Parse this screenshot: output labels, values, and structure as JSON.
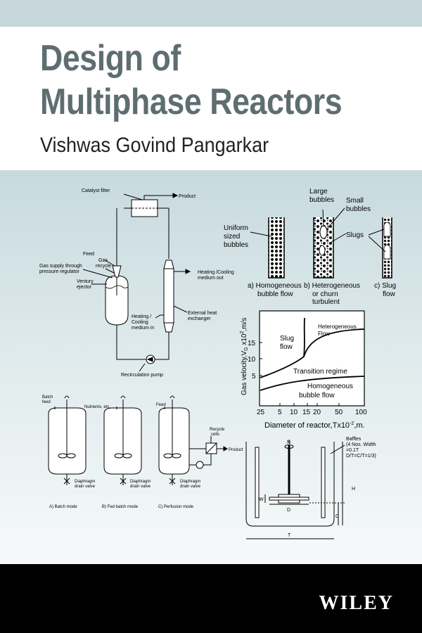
{
  "book": {
    "title_line1": "Design of",
    "title_line2": "Multiphase Reactors",
    "author": "Vishwas Govind Pangarkar",
    "publisher": "WILEY"
  },
  "loop_reactor": {
    "catalyst_filter": "Catalyst filter",
    "product": "Product",
    "feed": "Feed",
    "gas_recycle_1": "Gas",
    "gas_recycle_2": "recycle",
    "gas_supply_1": "Gas supply through",
    "gas_supply_2": "pressure regulator",
    "ejector_1": "Ventury",
    "ejector_2": "ejector",
    "hc_out_1": "Heating /Cooling",
    "hc_out_2": "medium out",
    "hc_in_1": "Heating /",
    "hc_in_2": "Cooling",
    "hc_in_3": "medium in",
    "exchanger_1": "External heat",
    "exchanger_2": "exchanger",
    "pump": "Recirculation pump"
  },
  "flow_regimes": {
    "large_1": "Large",
    "large_2": "bubbles",
    "small_1": "Small",
    "small_2": "bubbles",
    "uniform_1": "Uniform",
    "uniform_2": "sized",
    "uniform_3": "bubbles",
    "slugs": "Slugs",
    "cap_a_1": "a) Homogeneous",
    "cap_a_2": "bubble flow",
    "cap_b_1": "b) Heterogeneous",
    "cap_b_2": "or churn",
    "cap_b_3": "turbulent",
    "cap_c_1": "c) Slug",
    "cap_c_2": "flow"
  },
  "regime_map": {
    "y_ticks": [
      "15",
      "10",
      "5"
    ],
    "x_ticks": [
      "25",
      "5",
      "10",
      "15",
      "20",
      "50",
      "100"
    ],
    "ylabel_1": "Gas velocity,V",
    "ylabel_sub": "G",
    "ylabel_2": " x10",
    "ylabel_sup": "2",
    "ylabel_3": ",m/s",
    "xlabel_1": "Diameter of reactor,Tx10",
    "xlabel_sup": "-2",
    "xlabel_2": ",m.",
    "slug_1": "Slug",
    "slug_2": "flow",
    "het_1": "Heterogeneous",
    "het_2": "Flow",
    "transition": "Transition regime",
    "hom_1": "Homogeneous",
    "hom_2": "bubble flow"
  },
  "fermenters": {
    "batch_feed_1": "Batch",
    "batch_feed_2": "feed",
    "nutrients": "Nutrients, etc.",
    "feed": "Feed",
    "recycle_1": "Recycle",
    "recycle_2": "cells",
    "product": "Product",
    "valve_1": "Diaphragm",
    "valve_2": "drain valve",
    "mode_a": "A) Batch mode",
    "mode_b": "B) Fed batch mode",
    "mode_c": "C) Perfusion mode"
  },
  "stirred_tank": {
    "n": "N",
    "baffles_1": "Baffles",
    "baffles_2": "(4 Nos. Width",
    "baffles_3": "=0.1T",
    "baffles_4": "D/T=C/T=1/3)",
    "h": "H",
    "w": "W",
    "d": "D",
    "c": "C",
    "t": "T"
  }
}
